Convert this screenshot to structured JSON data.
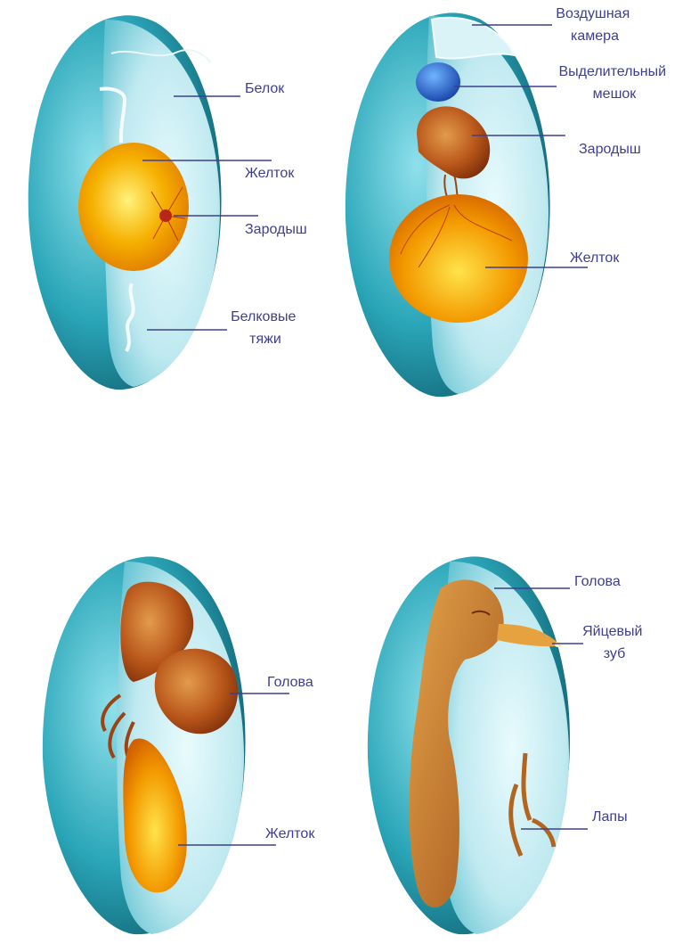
{
  "colors": {
    "label": "#3d3f8f",
    "shell": "#1e8fa3",
    "albumen": "#bfe9f0",
    "yolk": "#f6a400",
    "embryo": "#b8561a"
  },
  "stages": [
    {
      "name": "stage-1",
      "labels": [
        {
          "id": "albumen",
          "lines": [
            "Белок"
          ]
        },
        {
          "id": "yolk",
          "lines": [
            "Желток"
          ]
        },
        {
          "id": "embryo",
          "lines": [
            "Зародыш"
          ]
        },
        {
          "id": "chalazae",
          "lines": [
            "Белковые",
            "тяжи"
          ]
        }
      ]
    },
    {
      "name": "stage-2",
      "labels": [
        {
          "id": "air-cell",
          "lines": [
            "Воздушная",
            "камера"
          ]
        },
        {
          "id": "allantois",
          "lines": [
            "Выделительный",
            "мешок"
          ]
        },
        {
          "id": "embryo",
          "lines": [
            "Зародыш"
          ]
        },
        {
          "id": "yolk",
          "lines": [
            "Желток"
          ]
        }
      ]
    },
    {
      "name": "stage-3",
      "labels": [
        {
          "id": "head",
          "lines": [
            "Голова"
          ]
        },
        {
          "id": "yolk",
          "lines": [
            "Желток"
          ]
        }
      ]
    },
    {
      "name": "stage-4",
      "labels": [
        {
          "id": "head",
          "lines": [
            "Голова"
          ]
        },
        {
          "id": "egg-tooth",
          "lines": [
            "Яйцевый",
            "зуб"
          ]
        },
        {
          "id": "legs",
          "lines": [
            "Лапы"
          ]
        }
      ]
    }
  ]
}
